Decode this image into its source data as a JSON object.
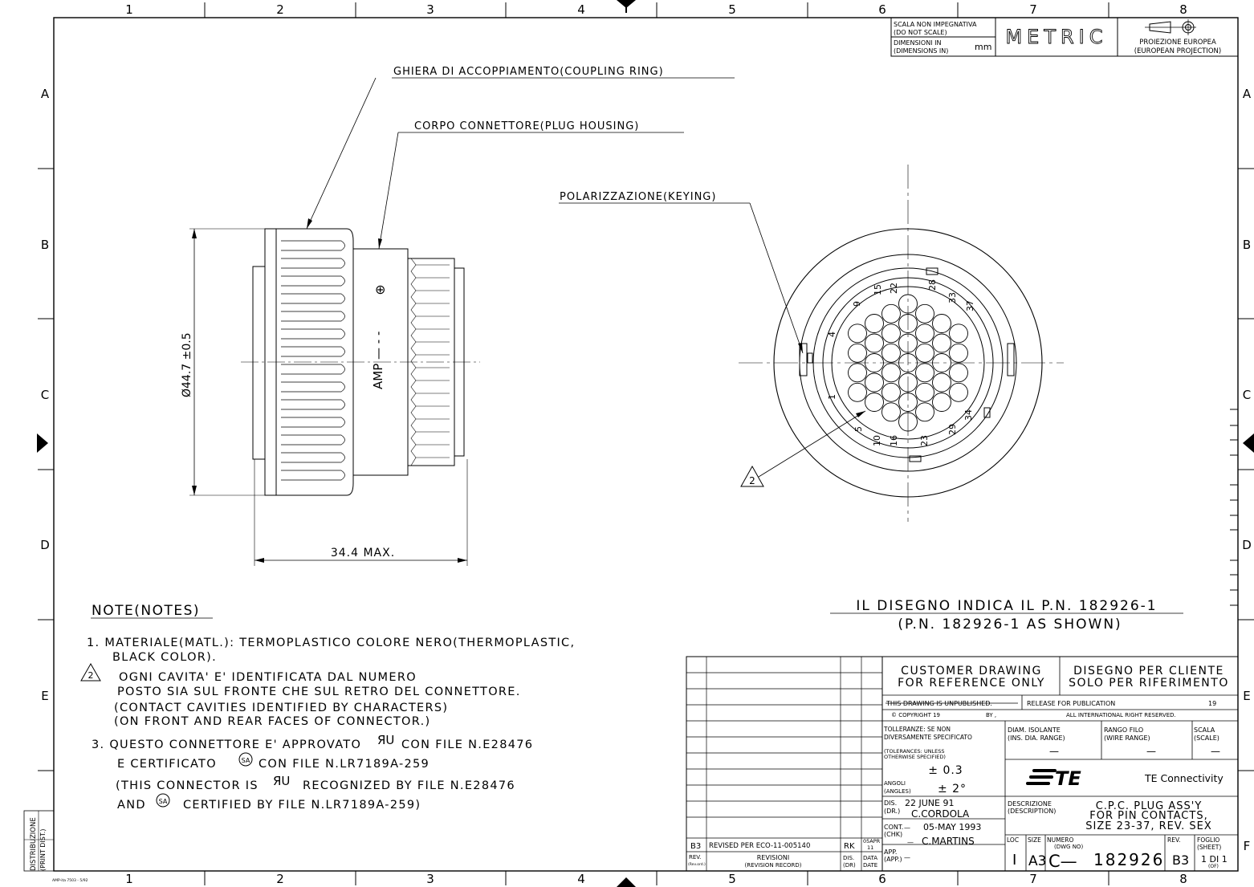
{
  "frame": {
    "columns": [
      "1",
      "2",
      "3",
      "4",
      "5",
      "6",
      "7",
      "8"
    ],
    "rows": [
      "A",
      "B",
      "C",
      "D",
      "E",
      "F"
    ]
  },
  "header": {
    "scale_note_1": "SCALA NON IMPEGNATIVA",
    "scale_note_2": "(DO NOT SCALE)",
    "dimensions_1": "DIMENSIONI IN",
    "dimensions_2": "(DIMENSIONS IN)",
    "unit": "mm",
    "metric": "METRIC",
    "projection_1": "PROIEZIONE EUROPEA",
    "projection_2": "(EUROPEAN PROJECTION)"
  },
  "side_view": {
    "coupling_ring_label": "GHIERA DI ACCOPPIAMENTO(COUPLING RING)",
    "plug_housing_label": "CORPO CONNETTORE(PLUG HOUSING)",
    "diameter_dim": "Ø44.7  ±0.5",
    "length_dim": "34.4 MAX.",
    "body_marking": "AMP  —  -  -",
    "body_symbol": "⊕"
  },
  "front_view": {
    "keying_label": "POLARIZZAZIONE(KEYING)",
    "callout": "2",
    "cavity_numbers": [
      "1",
      "4",
      "5",
      "9",
      "10",
      "15",
      "16",
      "22",
      "23",
      "28",
      "29",
      "33",
      "34",
      "37"
    ]
  },
  "shown_pn": {
    "line1": "IL DISEGNO INDICA IL P.N. 182926-1",
    "line2": "(P.N. 182926-1 AS SHOWN)"
  },
  "notes": {
    "title": "NOTE(NOTES)",
    "n1_line1": "1.  MATERIALE(MATL.): TERMOPLASTICO COLORE NERO(THERMOPLASTIC,",
    "n1_line2": "BLACK COLOR).",
    "n2_marker": "2",
    "n2_line1": "OGNI CAVITA' E' IDENTIFICATA DAL NUMERO",
    "n2_line2": "POSTO SIA SUL FRONTE CHE SUL RETRO DEL CONNETTORE.",
    "n2_line3": "(CONTACT CAVITIES IDENTIFIED BY CHARACTERS)",
    "n2_line4": "(ON FRONT AND REAR FACES OF CONNECTOR.)",
    "n3_line1a": "3.  QUESTO CONNETTORE E' APPROVATO",
    "n3_line1b": "CON FILE N.E28476",
    "n3_line2a": "E CERTIFICATO",
    "n3_line2b": "CON FILE N.LR7189A-259",
    "n3_line3a": "(THIS CONNECTOR IS",
    "n3_line3b": "RECOGNIZED BY FILE N.E28476",
    "n3_line4a": "AND",
    "n3_line4b": "CERTIFIED BY FILE N.LR7189A-259)",
    "ur_mark": "ЯU",
    "sa_mark": "SA"
  },
  "revisions": {
    "row_rev": "B3",
    "row_desc": "REVISED PER ECO-11-005140",
    "row_by": "RK",
    "row_date_1": "05APR",
    "row_date_2": "11",
    "hdr_rev_1": "REV.",
    "hdr_rev_2": "(Rev.ord.)",
    "hdr_desc_1": "REVISIONI",
    "hdr_desc_2": "(REVISION RECORD)",
    "hdr_dis_1": "DIS.",
    "hdr_dis_2": "(DR)",
    "hdr_date_1": "DATA",
    "hdr_date_2": "DATE"
  },
  "title_block": {
    "customer_1": "CUSTOMER DRAWING",
    "customer_2": "FOR REFERENCE ONLY",
    "cliente_1": "DISEGNO PER CLIENTE",
    "cliente_2": "SOLO PER RIFERIMENTO",
    "unpublished": "THIS DRAWING IS UNPUBLISHED.",
    "release": "RELEASE FOR PUBLICATION",
    "release_year": "19",
    "copyright": "©  COPYRIGHT 19",
    "by": "BY ,",
    "rights": "ALL INTERNATIONAL RIGHT RESERVED.",
    "tol_1": "TOLLERANZE: SE NON",
    "tol_2": "DIVERSAMENTE SPECIFICATO",
    "tol_3": "(TOLERANCES: UNLESS",
    "tol_4": "OTHERWISE SPECIFIED)",
    "tol_value": "± 0.3",
    "angles_1": "ANGOLI",
    "angles_2": "(ANGLES)",
    "angles_value": "± 2°",
    "dr_1": "DIS.",
    "dr_2": "(DR.)",
    "dr_date": "22 JUNE 91",
    "dr_name": "C.CORDOLA",
    "chk_1": "CONT.",
    "chk_2": "(CHK)",
    "chk_date": "05-MAY 1993",
    "chk_name": "C.MARTINS",
    "app_1": "APP.",
    "app_2": "(APP.)",
    "dash": "—",
    "ins_1": "DIAM. ISOLANTE",
    "ins_2": "(INS. DIA. RANGE)",
    "wire_1": "RANGO FILO",
    "wire_2": "(WIRE RANGE)",
    "scale_1": "SCALA",
    "scale_2": "(SCALE)",
    "brand": "TE Connectivity",
    "logo": "TE",
    "desc_1": "DESCRIZIONE",
    "desc_2": "(DESCRIPTION)",
    "title_1": "C.P.C. PLUG ASS'Y",
    "title_2": "FOR PIN CONTACTS,",
    "title_3": "SIZE 23-37, REV. SEX",
    "loc": "LOC",
    "loc_value": "I",
    "size": "SIZE",
    "size_value": "A3",
    "dwg_1": "NUMERO",
    "dwg_2": "(DWG NO)",
    "dwg_prefix": "C—",
    "dwg_no": "182926",
    "rev": "REV.",
    "rev_value": "B3",
    "sheet_1": "FOGLIO",
    "sheet_2": "(SHEET)",
    "sheet_value": "1 DI 1",
    "of": "(OF)"
  },
  "margin": {
    "distribution": "DISTRIBUZIONE",
    "print_dist": "(PRINT DIST.)",
    "form_code": "AMP-ita 7503 - 5/92"
  }
}
